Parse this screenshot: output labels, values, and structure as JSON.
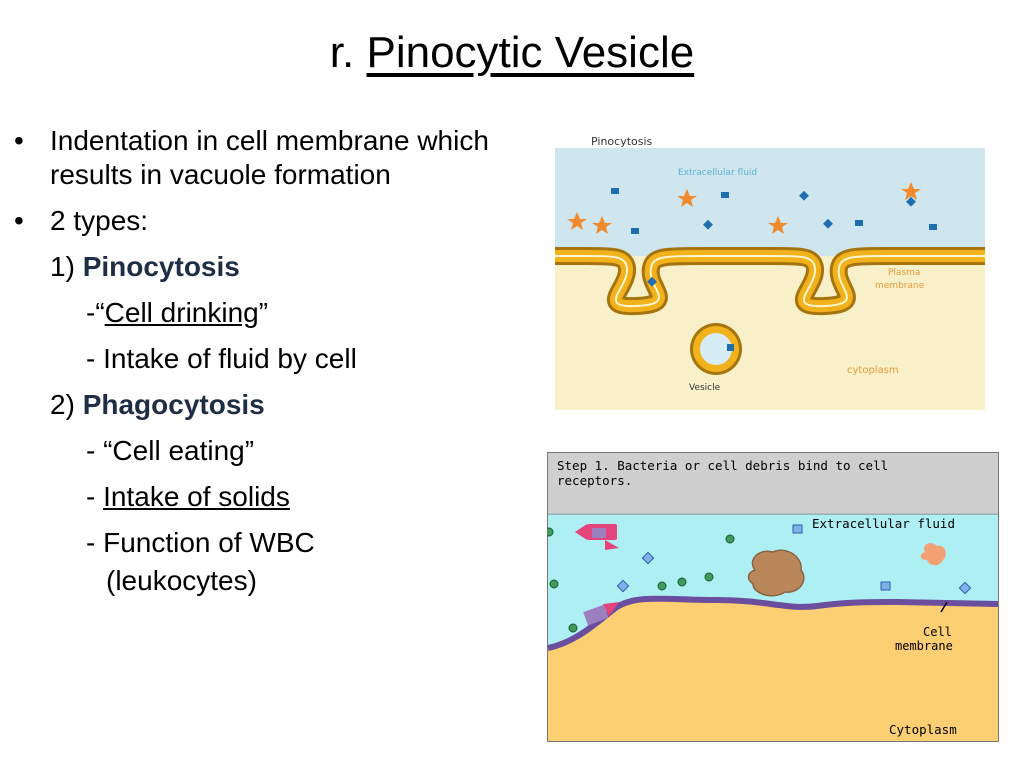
{
  "title": {
    "prefix": "r.",
    "main": "Pinocytic Vesicle"
  },
  "bullets": {
    "b1": "Indentation in cell membrane which results in vacuole formation",
    "b2": "2 types:",
    "t1_num": "1)",
    "t1_name": "Pinocytosis",
    "t1_d1_pre": "-“",
    "t1_d1_u": "Cell drinking",
    "t1_d1_post": "”",
    "t1_d2": "- Intake of fluid by cell",
    "t2_num": "2)",
    "t2_name": "Phagocytosis",
    "t2_d1": "- “Cell eating”",
    "t2_d2_pre": "- ",
    "t2_d2_u": "Intake of solids",
    "t2_d3": "- Function of WBC",
    "t2_d4": "(leukocytes)"
  },
  "figure1": {
    "title": "Pinocytosis",
    "extracellular": "Extracellular fluid",
    "plasma1": "Plasma",
    "plasma2": "membrane",
    "cytoplasm": "cytoplasm",
    "vesicle": "Vesicle"
  },
  "figure2": {
    "step1": "Step 1. Bacteria or cell debris bind to cell",
    "step2": "receptors.",
    "extracellular": "Extracellular fluid",
    "cell1": "Cell",
    "cell2": "membrane",
    "cytoplasm": "Cytoplasm"
  },
  "colors": {
    "fluid": "#cfe6ef",
    "cytoplasm_pale": "#f7f0c8",
    "membrane": "#f2b21c",
    "fluid2": "#aeeff4",
    "cytoplasm2": "#fccf73",
    "membrane2": "#6b4f9e"
  }
}
